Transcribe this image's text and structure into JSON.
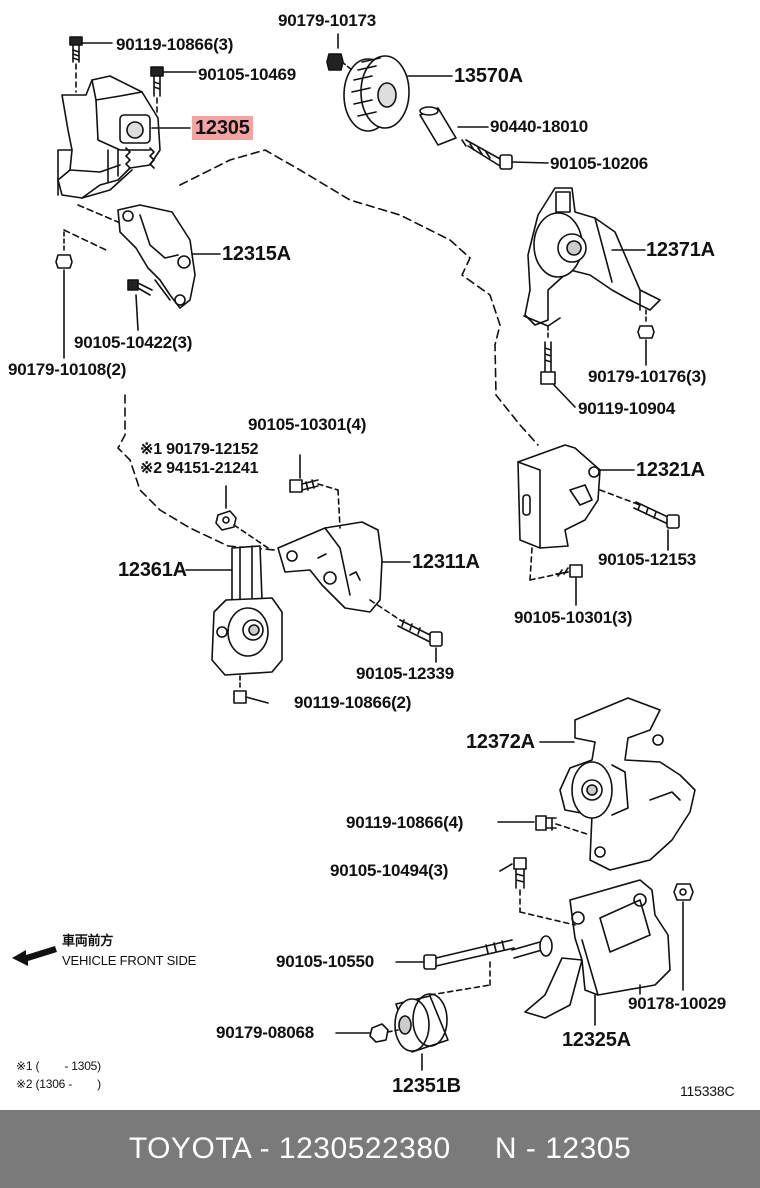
{
  "labels": {
    "p_90119_10866_3": "90119-10866(3)",
    "p_90179_10173": "90179-10173",
    "p_90105_10469": "90105-10469",
    "p_13570A": "13570A",
    "p_12305": "12305",
    "p_90440_18010": "90440-18010",
    "p_90105_10206": "90105-10206",
    "p_12315A": "12315A",
    "p_12371A": "12371A",
    "p_90105_10422_3": "90105-10422(3)",
    "p_90179_10108_2": "90179-10108(2)",
    "p_90179_10176_3": "90179-10176(3)",
    "p_90119_10904": "90119-10904",
    "p_90105_10301_4": "90105-10301(4)",
    "p_note1_90179_12152": "※1 90179-12152",
    "p_note2_94151_21241": "※2 94151-21241",
    "p_12321A": "12321A",
    "p_12361A": "12361A",
    "p_12311A": "12311A",
    "p_90105_12153": "90105-12153",
    "p_90105_10301_3": "90105-10301(3)",
    "p_90105_12339": "90105-12339",
    "p_90119_10866_2": "90119-10866(2)",
    "p_12372A": "12372A",
    "p_90119_10866_4": "90119-10866(4)",
    "p_90105_10494_3": "90105-10494(3)",
    "p_90105_10550": "90105-10550",
    "p_90178_10029": "90178-10029",
    "p_90179_08068": "90179-08068",
    "p_12325A": "12325A",
    "p_12351B": "12351B"
  },
  "direction": {
    "jp": "車両前方",
    "en": "VEHICLE FRONT SIDE"
  },
  "notes": {
    "note1": "※1 (        - 1305)",
    "note2": "※2 (1306 -        )"
  },
  "diagram_code": "115338C",
  "footer": {
    "brand": "TOYOTA",
    "part_number": "1230522380",
    "ref": "N - 12305",
    "text": "TOYOTA - 1230522380     N - 12305"
  },
  "colors": {
    "highlight": "#f4a3a3",
    "footer_bg": "#7a7a7a",
    "footer_text": "#ffffff"
  }
}
